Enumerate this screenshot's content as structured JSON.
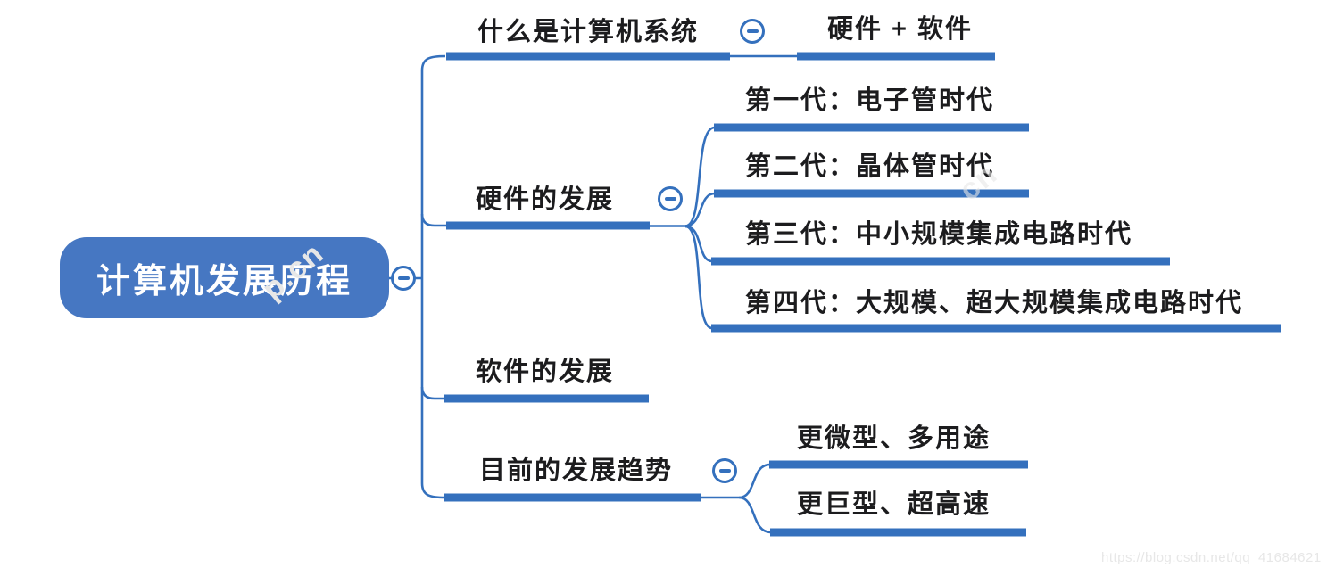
{
  "diagram": {
    "type": "mindmap",
    "root": {
      "label": "计算机发展历程"
    },
    "branches": [
      {
        "label": "什么是计算机系统",
        "children": [
          {
            "label": "硬件 + 软件"
          }
        ]
      },
      {
        "label": "硬件的发展",
        "children": [
          {
            "label": "第一代：电子管时代"
          },
          {
            "label": "第二代：晶体管时代"
          },
          {
            "label": "第三代：中小规模集成电路时代"
          },
          {
            "label": "第四代：大规模、超大规模集成电路时代"
          }
        ]
      },
      {
        "label": "软件的发展",
        "children": []
      },
      {
        "label": "目前的发展趋势",
        "children": [
          {
            "label": "更微型、多用途"
          },
          {
            "label": "更巨型、超高速"
          }
        ]
      }
    ]
  },
  "icons": {
    "collapse_button": "minus-circle-icon"
  },
  "colors": {
    "line": "#3470BD",
    "root_fill": "#4677C2",
    "root_text": "#ffffff",
    "text": "#1c1c1e",
    "watermark": "#e7e7e7"
  },
  "watermark": {
    "site_url": "https://blog.csdn.net/qq_41684621",
    "diagonal_fragments": [
      "p.cn",
      "cn"
    ]
  }
}
